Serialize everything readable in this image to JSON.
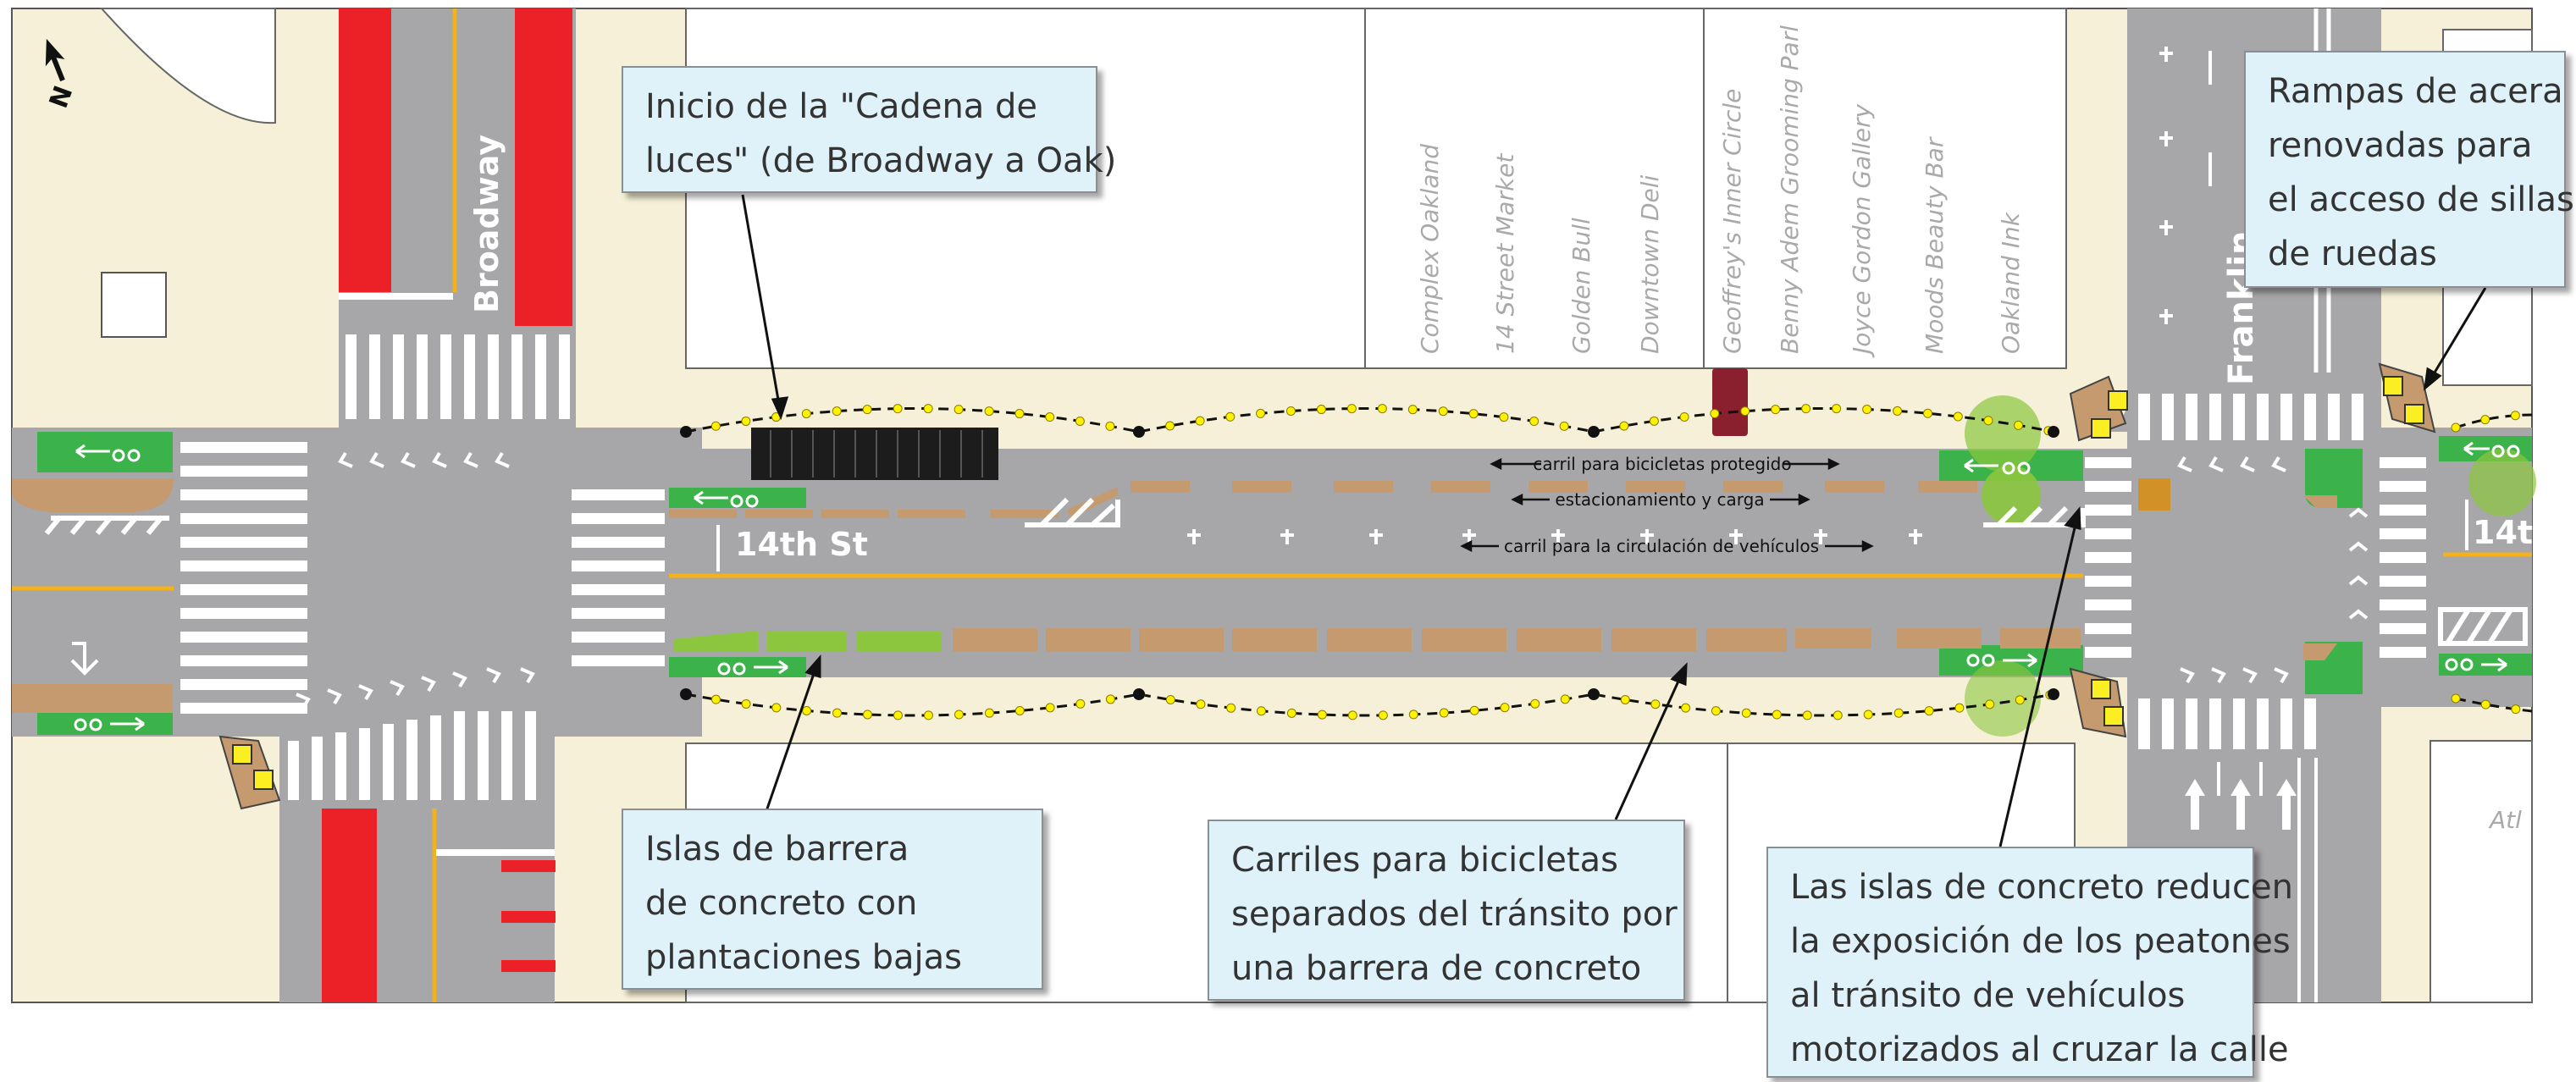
{
  "streets": {
    "broadway": "Broadway",
    "fourteenth": "14th St",
    "fourteenth_partial": "14t",
    "franklin": "Franklin",
    "atl_partial": "Atl"
  },
  "compass": "N",
  "businesses": [
    "Complex Oakland",
    "14 Street Market",
    "Golden Bull",
    "Downtown Deli",
    "Geoffrey's Inner Circle",
    "Benny Adem Grooming Parl",
    "Joyce Gordon Gallery",
    "Moods Beauty Bar",
    "Oakland Ink"
  ],
  "lane_labels": {
    "protected_bike": "carril para bicicletas protegido",
    "parking": "estacionamiento y carga",
    "vehicle": "carril para la circulación de vehículos"
  },
  "callouts": {
    "string_lights": [
      "Inicio de la \"Cadena de",
      "luces\" (de Broadway a Oak)"
    ],
    "curb_ramps": [
      "Rampas de acera",
      "renovadas para",
      "el acceso de sillas",
      "de ruedas"
    ],
    "barrier_islands": [
      "Islas de barrera",
      "de concreto con",
      "plantaciones bajas"
    ],
    "separated_bike": [
      "Carriles para bicicletas",
      "separados del tránsito por",
      "una barrera de concreto"
    ],
    "ped_islands": [
      "Las islas de concreto reducen",
      "la exposición de los peatones",
      "al tránsito de vehículos",
      "motorizados al cruzar la calle"
    ]
  },
  "colors": {
    "asphalt": "#a7a7a9",
    "sidewalk": "#f5f0d7",
    "bike_green": "#3cb34a",
    "bus_red": "#ec2027",
    "barrier_tan": "#c59a6e",
    "planting": "#8cc63f",
    "callout_bg": "#dff1f9",
    "center_line": "#f3b21b"
  }
}
